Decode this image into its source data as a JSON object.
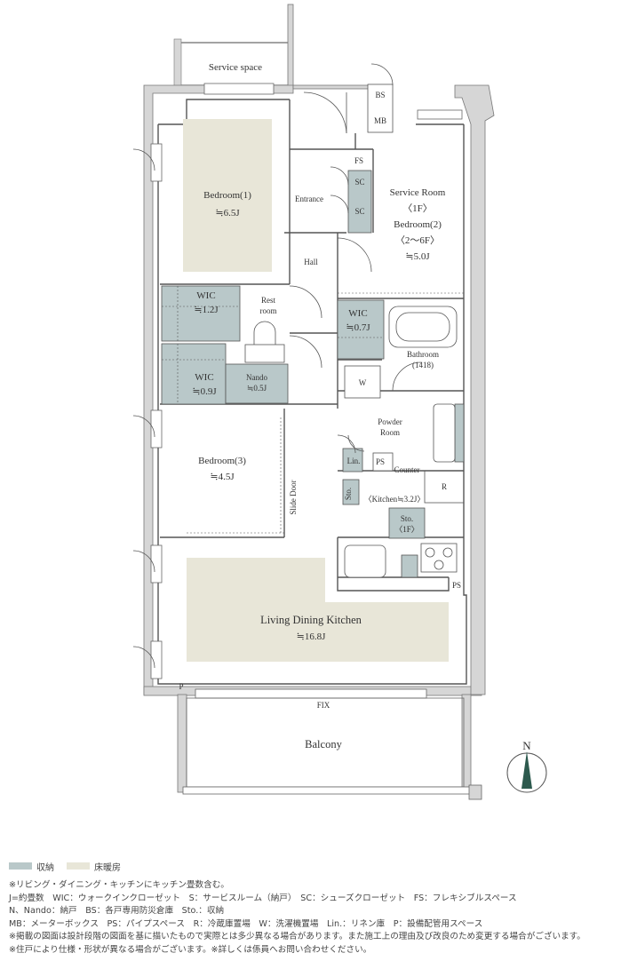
{
  "colors": {
    "storage": "#b9c8c9",
    "floor_heating": "#e8e6d8",
    "wall": "#d6d6d6",
    "line": "#555555"
  },
  "compass": {
    "label": "N",
    "icon": "north-arrow-icon"
  },
  "rooms": {
    "service_space": "Service space",
    "bs": "BS",
    "mb": "MB",
    "fs": "FS",
    "sc1": "SC",
    "sc2": "SC",
    "entrance": "Entrance",
    "hall": "Hall",
    "bedroom1_name": "Bedroom(1)",
    "bedroom1_size": "≒6.5J",
    "service_room_l1": "Service Room",
    "service_room_l2": "〈1F〉",
    "service_room_l3": "Bedroom(2)",
    "service_room_l4": "〈2～6F〉",
    "service_room_size": "≒5.0J",
    "wic1_name": "WIC",
    "wic1_size": "≒1.2J",
    "restroom_l1": "Rest",
    "restroom_l2": "room",
    "wic2_name": "WIC",
    "wic2_size": "≒0.7J",
    "bathroom_name": "Bathroom",
    "bathroom_size": "(1418)",
    "wic3_name": "WIC",
    "wic3_size": "≒0.9J",
    "nando_name": "Nando",
    "nando_size": "≒0.5J",
    "w": "W",
    "powder_l1": "Powder",
    "powder_l2": "Room",
    "bedroom3_name": "Bedroom(3)",
    "bedroom3_size": "≒4.5J",
    "lin": "Lin.",
    "ps1": "PS",
    "counter": "Counter",
    "slide_door": "Slide Door",
    "sto1": "Sto.",
    "kitchen": "〈Kitchen≒3.2J〉",
    "r": "R",
    "sto2_l1": "Sto.",
    "sto2_l2": "〈1F〉",
    "ps2": "PS",
    "ldk_name": "Living Dining Kitchen",
    "ldk_size": "≒16.8J",
    "p": "P",
    "fix": "FIX",
    "balcony": "Balcony"
  },
  "legend": [
    {
      "label": "収納",
      "color": "#b9c8c9"
    },
    {
      "label": "床暖房",
      "color": "#e8e6d8"
    }
  ],
  "notes": [
    "※リビング・ダイニング・キッチンにキッチン畳数含む。",
    "J=約畳数　WIC：ウォークインクローゼット　S：サービスルーム（納戸）　SC：シューズクローゼット　FS：フレキシブルスペース",
    "N、Nando：納戸　BS：各戸専用防災倉庫　Sto.：収納",
    "MB：メーターボックス　PS：パイプスペース　R：冷蔵庫置場　W：洗濯機置場　Lin.：リネン庫　P：設備配管用スペース",
    "※掲載の図面は設計段階の図面を基に描いたもので実際とは多少異なる場合があります。また施工上の理由及び改良のため変更する場合がございます。",
    "※住戸により仕様・形状が異なる場合がございます。※詳しくは係員へお問い合わせください。"
  ]
}
